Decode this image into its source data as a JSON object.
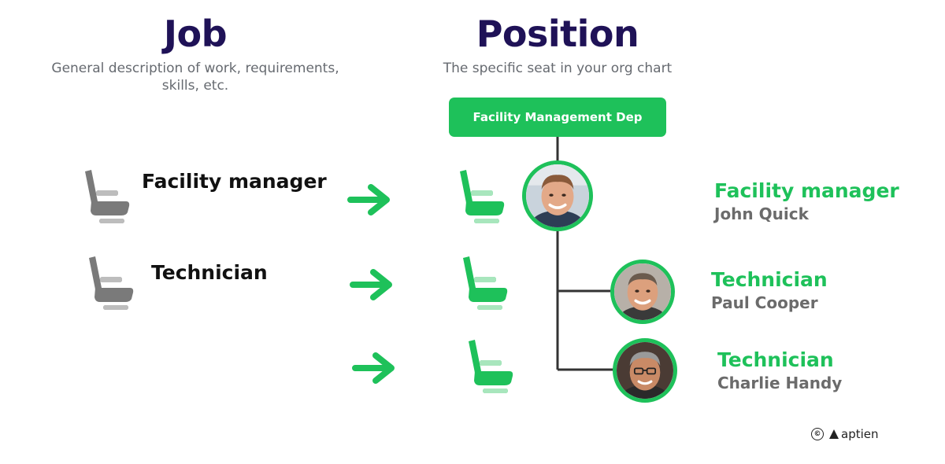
{
  "job": {
    "title": "Job",
    "description": "General description of work, requirements, skills, etc.",
    "items": [
      {
        "label": "Facility manager"
      },
      {
        "label": "Technician"
      }
    ]
  },
  "position": {
    "title": "Position",
    "description": "The specific seat in your org chart",
    "department": "Facility Management Dep",
    "people": [
      {
        "role": "Facility manager",
        "name": "John Quick"
      },
      {
        "role": "Technician",
        "name": "Paul Cooper"
      },
      {
        "role": "Technician",
        "name": "Charlie Handy"
      }
    ]
  },
  "brand": {
    "copyright": "©",
    "name": "aptien"
  },
  "colors": {
    "accent": "#1ec15a",
    "heading": "#1f1257",
    "chair_gray": "#7a7a7a",
    "chair_light": "#bdbdbd"
  },
  "icons": [
    "chair-icon",
    "arrow-right-icon",
    "avatar-photo",
    "copyright-icon",
    "aptien-logo-icon"
  ]
}
